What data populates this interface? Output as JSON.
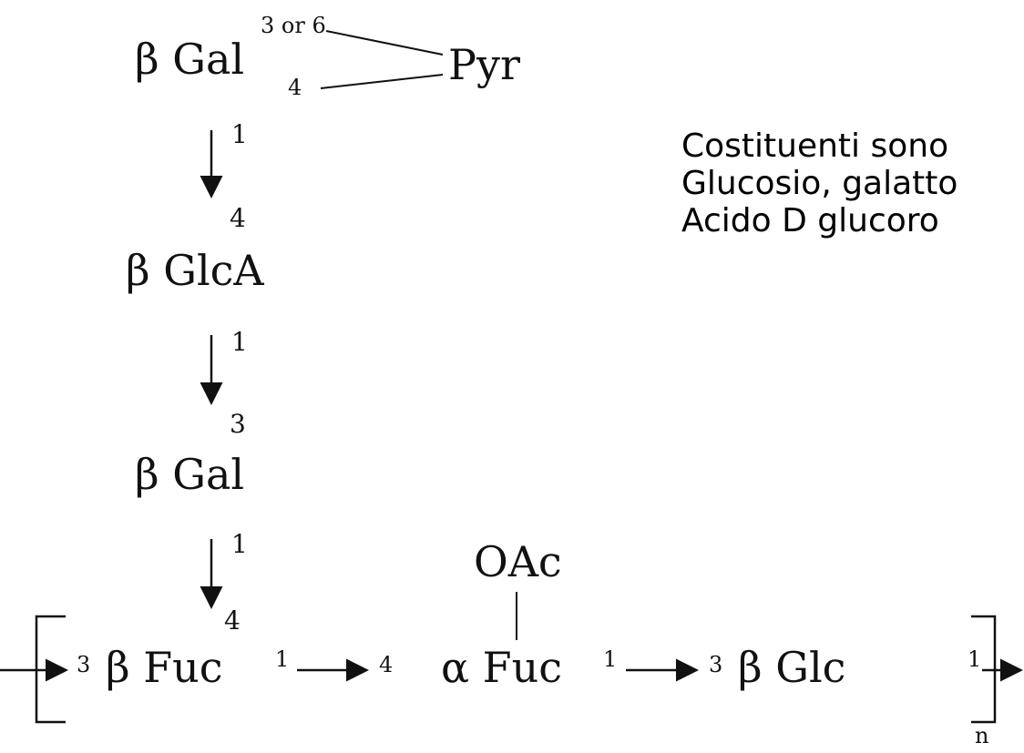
{
  "residues": {
    "gal_top": "β Gal",
    "pyr": "Pyr",
    "glca": "β GlcA",
    "gal_mid": "β Gal",
    "fuc_beta": "β Fuc",
    "fuc_alpha": "α Fuc",
    "glc": "β Glc",
    "oac": "OAc"
  },
  "positions": {
    "gal_top_3or6": "3 or 6",
    "gal_top_4": "4",
    "link1_from": "1",
    "link1_to": "4",
    "link2_from": "1",
    "link2_to": "3",
    "link3_from": "1",
    "link3_to": "4",
    "main_start": "3",
    "fuc_beta_1": "1",
    "fuc_alpha_4": "4",
    "fuc_alpha_1": "1",
    "glc_3": "3",
    "glc_1": "1",
    "repeat_n": "n"
  },
  "caption": {
    "line1": "Costituenti sono",
    "line2": "Glucosio, galatto",
    "line3": "Acido D glucoro"
  },
  "colors": {
    "ink": "#111111",
    "background": "#ffffff"
  }
}
